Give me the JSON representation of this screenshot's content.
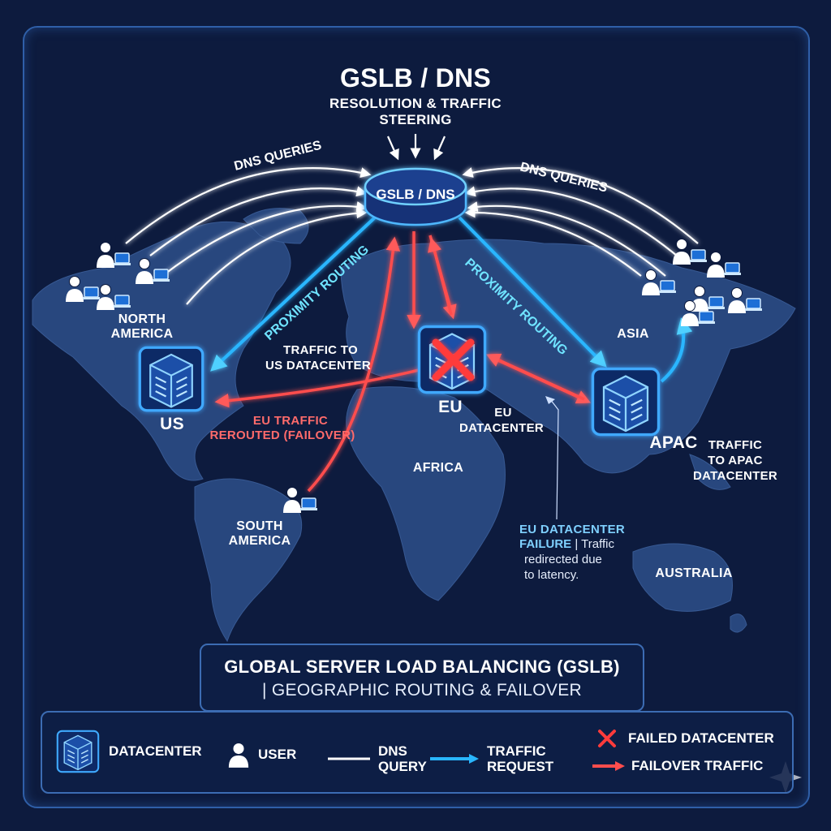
{
  "header": {
    "title": "GSLB / DNS",
    "subtitle_line1": "RESOLUTION & TRAFFIC",
    "subtitle_line2": "STEERING"
  },
  "hub": {
    "label": "GSLB / DNS"
  },
  "labels": {
    "dns_queries_left": "DNS QUERIES",
    "dns_queries_right": "DNS QUERIES",
    "proximity_left": "PROXIMITY ROUTING",
    "proximity_right": "PROXIMITY ROUTING",
    "north_america_1": "NORTH",
    "north_america_2": "AMERICA",
    "traffic_us_1": "TRAFFIC TO",
    "traffic_us_2": "US DATACENTER",
    "us": "US",
    "eu": "EU",
    "eu_dc_1": "EU",
    "eu_dc_2": "DATACENTER",
    "eu_reroute_1": "EU TRAFFIC",
    "eu_reroute_2": "REROUTED (FAILOVER)",
    "asia": "ASIA",
    "apac": "APAC",
    "traffic_apac_1": "TRAFFIC",
    "traffic_apac_2": "TO APAC",
    "traffic_apac_3": "DATACENTER",
    "africa": "AFRICA",
    "south_america_1": "SOUTH",
    "south_america_2": "AMERICA",
    "australia": "AUSTRALIA",
    "failure_1": "EU DATACENTER",
    "failure_2a": "FAILURE",
    "failure_2b": " | Traffic",
    "failure_3": "redirected due",
    "failure_4": "to latency."
  },
  "footer": {
    "title": "GLOBAL SERVER LOAD BALANCING (GSLB)",
    "subtitle": "| GEOGRAPHIC ROUTING & FAILOVER"
  },
  "legend": {
    "datacenter": "DATACENTER",
    "user": "USER",
    "dns_query_1": "DNS",
    "dns_query_2": "QUERY",
    "traffic_request_1": "TRAFFIC",
    "traffic_request_2": "REQUEST",
    "failed_datacenter": "FAILED DATACENTER",
    "failover_traffic": "FAILOVER TRAFFIC"
  },
  "colors": {
    "background": "#0d1b3e",
    "land": "#2a4a82",
    "dns_line": "#ffffff",
    "traffic": "#29b6ff",
    "failover": "#ff4d4d",
    "cyan_text": "#6fe3ff"
  },
  "icons": [
    "datacenter-icon",
    "user-icon",
    "failed-x-icon",
    "sparkle-icon"
  ]
}
